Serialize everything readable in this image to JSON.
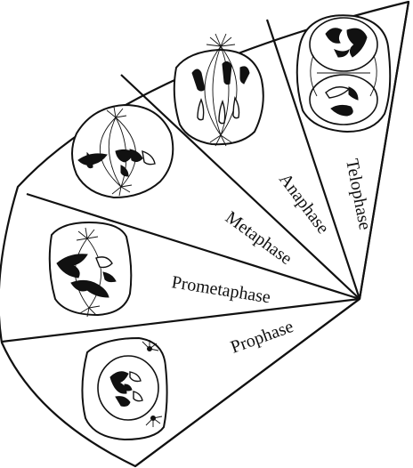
{
  "diagram": {
    "labels": {
      "telophase": "Telophase",
      "anaphase": "Anaphase",
      "metaphase": "Metaphase",
      "prometaphase": "Prometaphase",
      "prophase": "Prophase"
    }
  }
}
